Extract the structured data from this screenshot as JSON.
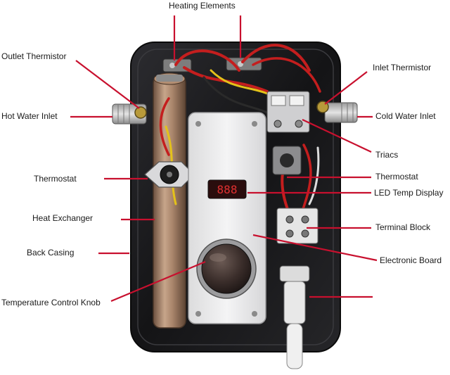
{
  "labels": {
    "heating_elements": "Heating Elements",
    "outlet_thermistor": "Outlet Thermistor",
    "hot_water_inlet": "Hot Water Inlet",
    "thermostat_left": "Thermostat",
    "heat_exchanger": "Heat Exchanger",
    "back_casing": "Back Casing",
    "temperature_control_knob": "Temperature Control Knob",
    "inlet_thermistor": "Inlet Thermistor",
    "cold_water_inlet": "Cold Water Inlet",
    "triacs": "Triacs",
    "thermostat_right": "Thermostat",
    "led_temp_display": "LED Temp Display",
    "terminal_block": "Terminal Block",
    "electronic_board": "Electronic Board"
  },
  "colors": {
    "leader_line": "#c8102e",
    "casing": "#1b1b1d",
    "cover_plate": "#ebebec",
    "copper_tube": "#a8846a",
    "wire_red": "#c41e1e",
    "wire_yellow": "#e4c21a",
    "led_digits": "#e03030"
  }
}
